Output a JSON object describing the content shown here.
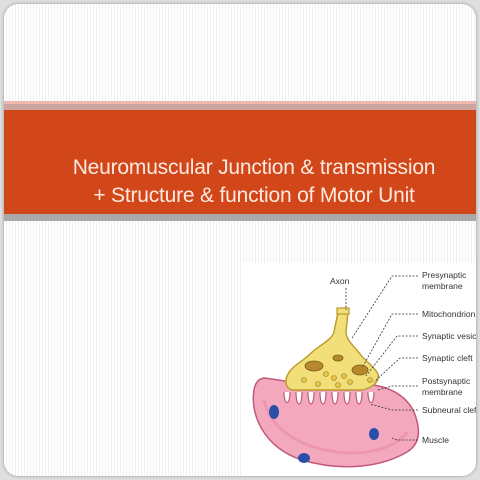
{
  "slide": {
    "title_line1": "Neuromuscular Junction & transmission",
    "title_line2": "+ Structure & function of Motor Unit"
  },
  "diagram": {
    "labels": {
      "axon": "Axon",
      "presynaptic_1": "Presynaptic",
      "presynaptic_2": "membrane",
      "mitochondrion": "Mitochondrion",
      "synaptic_vesicle": "Synaptic vesicle",
      "synaptic_cleft": "Synaptic cleft",
      "postsynaptic_1": "Postsynaptic",
      "postsynaptic_2": "membrane",
      "subneural_cleft": "Subneural cleft",
      "muscle": "Muscle"
    }
  },
  "colors": {
    "accent": "#d2471a",
    "title_text": "#fde9df",
    "nerve": "#f2df7a",
    "muscle": "#f3a6bd",
    "nucleus": "#2a4fa8"
  }
}
